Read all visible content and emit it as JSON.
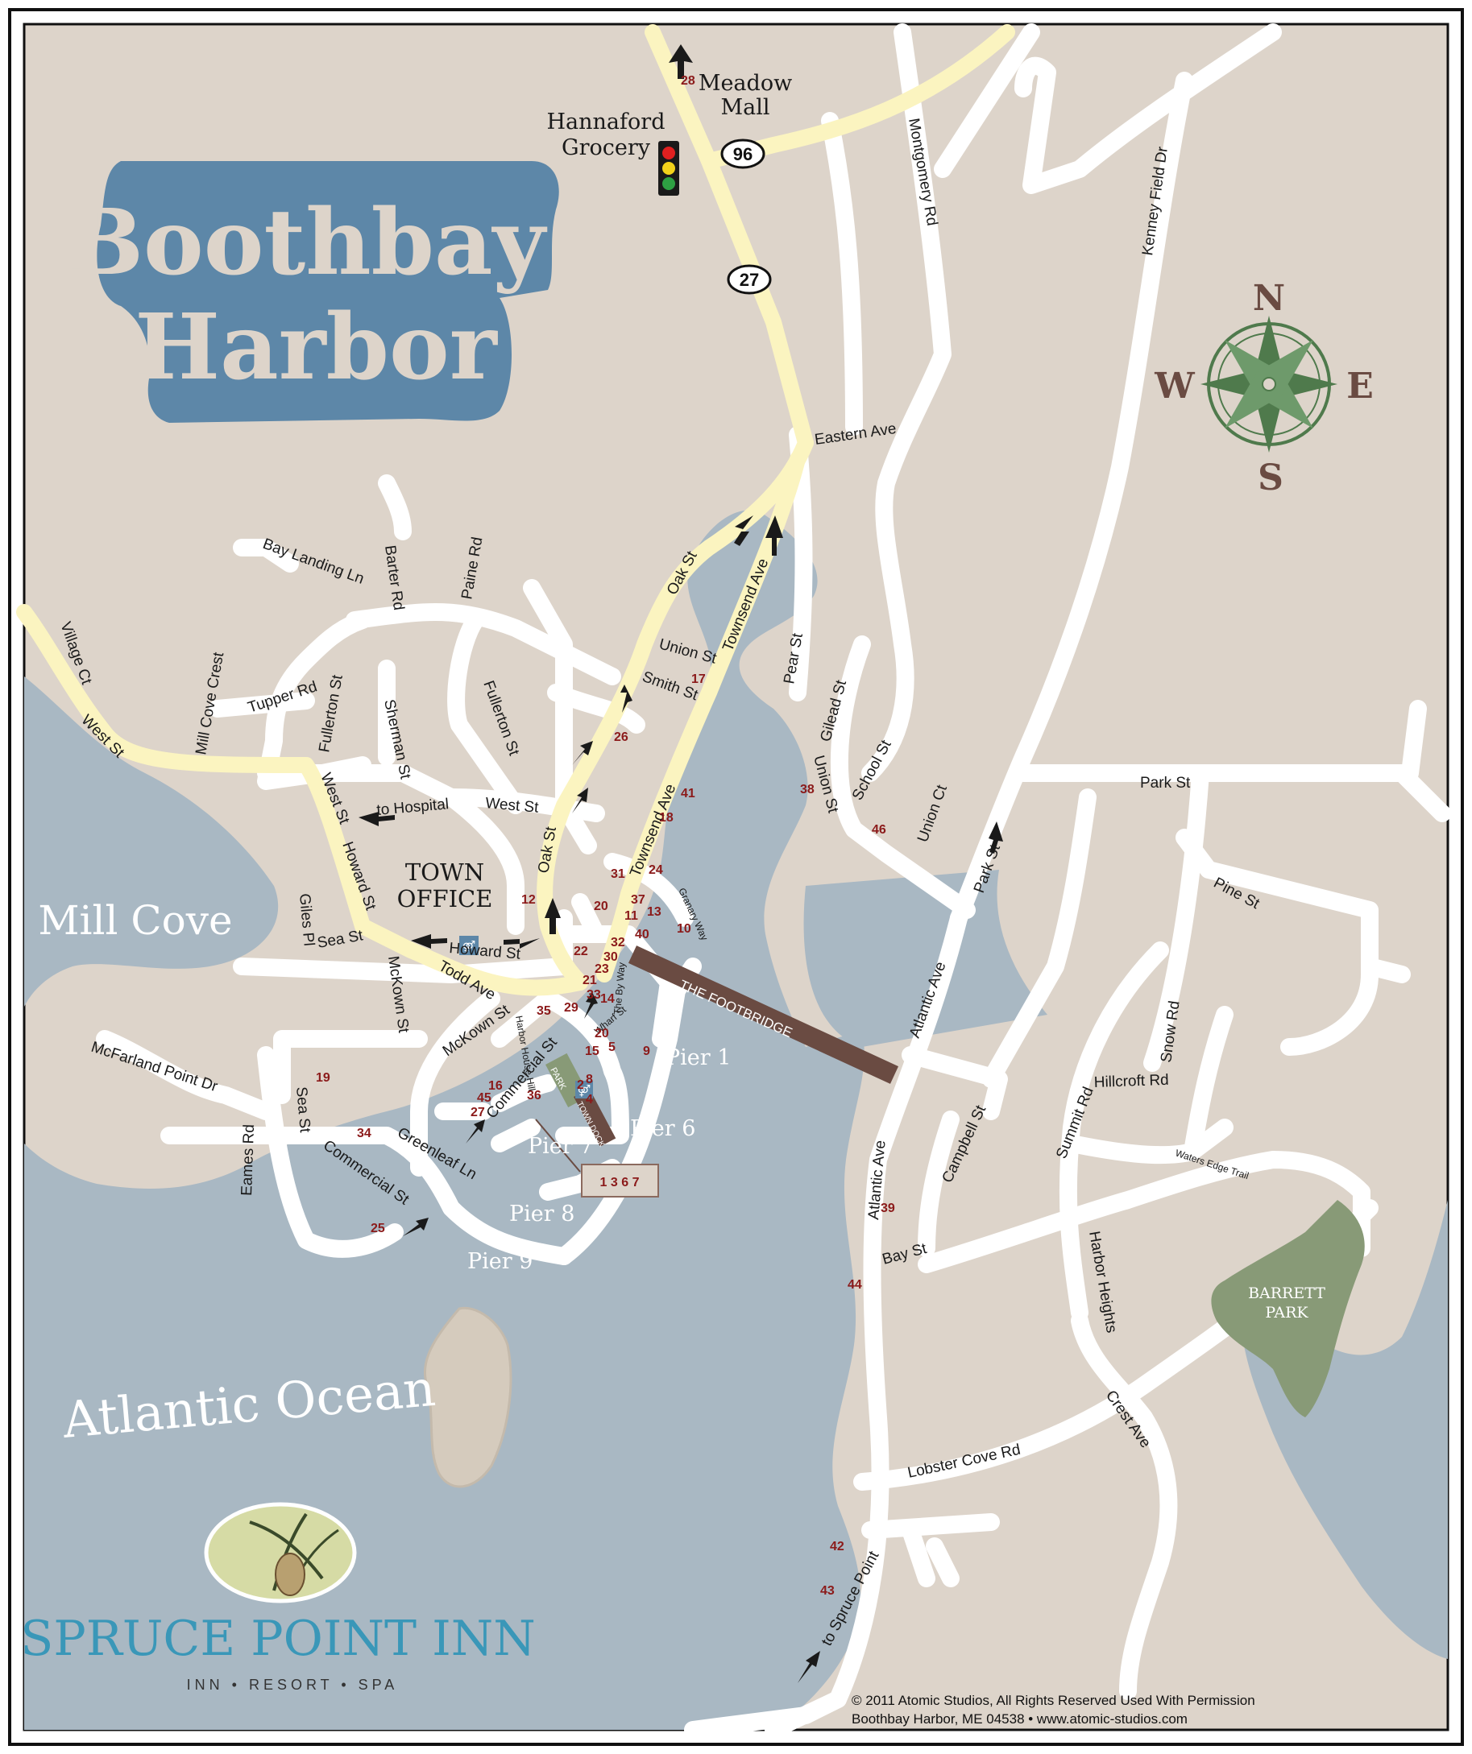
{
  "title": {
    "line1": "Boothbay",
    "line2": "Harbor"
  },
  "water": {
    "mill_cove": "Mill Cove",
    "ocean": "Atlantic Ocean"
  },
  "poi": {
    "meadow_mall_1": "Meadow",
    "meadow_mall_2": "Mall",
    "hannaford_1": "Hannaford",
    "hannaford_2": "Grocery",
    "town_office_1": "TOWN",
    "town_office_2": "OFFICE",
    "barrett_park_1": "BARRETT",
    "barrett_park_2": "PARK",
    "footbridge": "THE FOOTBRIDGE",
    "park": "PARK",
    "town_dock": "TOWN DOCK"
  },
  "routes": {
    "r96": "96",
    "r27": "27"
  },
  "compass": {
    "n": "N",
    "s": "S",
    "e": "E",
    "w": "W"
  },
  "streets": {
    "eastern_ave": "Eastern Ave",
    "montgomery_rd": "Montgomery Rd",
    "kenney_field_dr": "Kenney Field Dr",
    "oak_st_upper": "Oak St",
    "townsend_ave_upper": "Townsend Ave",
    "pear_st": "Pear St",
    "union_st_1": "Union St",
    "smith_st": "Smith St",
    "gilead_st": "Gilead St",
    "union_st_2": "Union St",
    "school_st": "School St",
    "union_ct": "Union Ct",
    "park_st_1": "Park St",
    "park_st_2": "Park St",
    "pine_st": "Pine St",
    "bay_landing_ln": "Bay Landing Ln",
    "barter_rd": "Barter Rd",
    "paine_rd": "Paine Rd",
    "village_ct": "Village Ct",
    "west_st_1": "West St",
    "mill_cove_crest": "Mill Cove Crest",
    "tupper_rd": "Tupper Rd",
    "fullerton_st_1": "Fullerton St",
    "sherman_st": "Sherman St",
    "fullerton_st_2": "Fullerton St",
    "west_st_2": "West St",
    "to_hospital": "to Hospital",
    "west_st_3": "West St",
    "oak_st_lower": "Oak St",
    "townsend_ave_lower": "Townsend Ave",
    "howard_st_1": "Howard St",
    "giles_pl": "Giles Pl",
    "sea_st_1": "Sea St",
    "howard_st_2": "Howard St",
    "granary_way": "Granary Way",
    "todd_ave": "Todd Ave",
    "mckown_st_1": "McKown St",
    "mckown_st_2": "McKown St",
    "harbor_house_hill": "Harbor House Hill",
    "wharf_st": "Wharf St",
    "the_by_way": "The By Way",
    "commercial_st_1": "Commercial St",
    "mcfarland_point_dr": "McFarland Point Dr",
    "sea_st_2": "Sea St",
    "eames_rd": "Eames Rd",
    "commercial_st_2": "Commercial St",
    "greenleaf_ln": "Greenleaf Ln",
    "atlantic_ave_1": "Atlantic Ave",
    "atlantic_ave_2": "Atlantic Ave",
    "campbell_st": "Campbell St",
    "snow_rd": "Snow Rd",
    "hillcroft_rd": "Hillcroft Rd",
    "summit_rd": "Summit Rd",
    "waters_edge_trail": "Waters Edge Trail",
    "bay_st": "Bay St",
    "harbor_heights": "Harbor Heights",
    "crest_ave": "Crest Ave",
    "lobster_cove_rd": "Lobster Cove Rd",
    "to_spruce_point": "to Spruce Point"
  },
  "piers": {
    "p1": "Pier 1",
    "p6": "Pier 6",
    "p7": "Pier 7",
    "p8": "Pier 8",
    "p9": "Pier 9"
  },
  "markers": {
    "m28": "28",
    "m26": "26",
    "m17": "17",
    "m41": "41",
    "m38": "38",
    "m46": "46",
    "m18": "18",
    "m31": "31",
    "m24": "24",
    "m12": "12",
    "m20a": "20",
    "m37": "37",
    "m11": "11",
    "m13": "13",
    "m10": "10",
    "m40": "40",
    "m22": "22",
    "m32": "32",
    "m30": "30",
    "m23": "23",
    "m21": "21",
    "m33": "33",
    "m14": "14",
    "m35": "35",
    "m29": "29",
    "m20b": "20",
    "m15": "15",
    "m5": "5",
    "m9": "9",
    "m2": "2",
    "m8": "8",
    "m4": "4",
    "m19": "19",
    "m16": "16",
    "m45": "45",
    "m27": "27",
    "m36": "36",
    "m34": "34",
    "m25": "25",
    "m39": "39",
    "m44": "44",
    "m42": "42",
    "m43": "43",
    "callout": "1 3 6 7"
  },
  "logo": {
    "name": "SPRUCE POINT INN",
    "tagline": "INN • RESORT • SPA"
  },
  "copyright": {
    "line1": "© 2011 Atomic Studios, All Rights Reserved Used With Permission",
    "line2": "Boothbay Harbor, ME 04538 • www.atomic-studios.com"
  },
  "colors": {
    "land": "#ddd4ca",
    "water": "#a9b8c3",
    "road": "#ffffff",
    "main_road": "#fbf4c0",
    "title_fill": "#5d87a8",
    "title_text": "#ddd4ca",
    "park": "#889a77",
    "footbridge": "#6a4b42",
    "marker": "#8b1a1a",
    "compass": "#4f7a4c",
    "compass_letters": "#6a4b42",
    "logo_text": "#3a97b8"
  }
}
